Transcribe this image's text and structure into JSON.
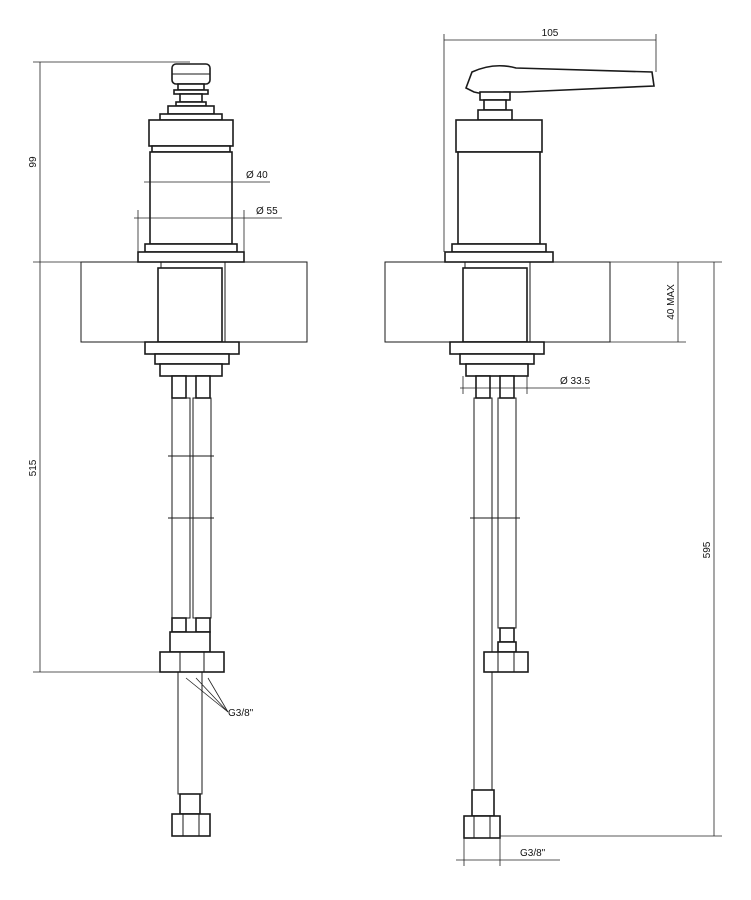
{
  "dimensions": {
    "front_height_above_deck": "99",
    "front_total_below": "515",
    "diameter_body": "Ø 40",
    "diameter_base": "Ø 55",
    "connection_front": "G3/8\"",
    "side_handle_width": "105",
    "side_deck_thickness": "40 MAX",
    "side_diameter_shank": "Ø 33.5",
    "side_total_below": "595",
    "connection_side": "G3/8\""
  }
}
